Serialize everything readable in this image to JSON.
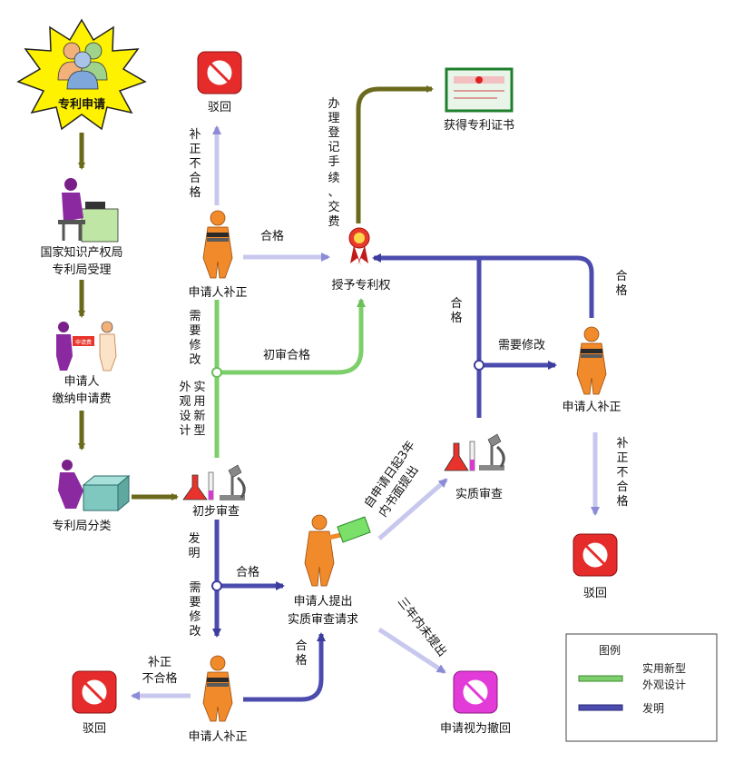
{
  "nodes": {
    "patent_application": "专利申请",
    "office_accept_line1": "国家知识产权局",
    "office_accept_line2": "专利局受理",
    "pay_fee_line1": "申请人",
    "pay_fee_line2": "缴纳申请费",
    "classify": "专利局分类",
    "prelim_exam": "初步审查",
    "reject_top": "驳回",
    "supplement_top": "申请人补正",
    "grant": "授予专利权",
    "certificate": "获得专利证书",
    "substantive_exam": "实质审查",
    "supplement_right": "申请人补正",
    "reject_right": "驳回",
    "request_substantive_line1": "申请人提出",
    "request_substantive_line2": "实质审查请求",
    "reject_bottom": "驳回",
    "supplement_bottom": "申请人补正",
    "withdrawn": "申请视为撤回"
  },
  "edge_labels": {
    "supp_fail_top": "补正不合格",
    "pass_top": "合格",
    "register_fee": "办理登记手续、交费",
    "need_modify_left": "需要修改",
    "prelim_pass": "初审合格",
    "utility_design": "实用新型外观设计",
    "invention": "发明",
    "pass_mid": "合格",
    "need_modify_bottom": "需要修改",
    "supp_fail_bottom": "补正不合格",
    "pass_bottom": "合格",
    "within_3_years": "自申请日起3年内书面提出",
    "not_within_3_years": "三年内未提出",
    "pass_vertical": "合格",
    "need_modify_right": "需要修改",
    "pass_right": "合格",
    "supp_fail_right": "补正不合格"
  },
  "legend": {
    "title": "图例",
    "utility_line1": "实用新型",
    "utility_line2": "外观设计",
    "invention": "发明"
  },
  "icon_text": {
    "fee_slip": "申请费"
  },
  "colors": {
    "olive": "#6b6a1c",
    "green_flow": "#7ccf6a",
    "blue_flow": "#4c4caf",
    "pale_blue": "#c8c8ee",
    "reject_red": "#e62b2b",
    "withdraw_magenta": "#e23bd8",
    "person_orange": "#f08a2a",
    "burst_yellow": "#fff200"
  }
}
